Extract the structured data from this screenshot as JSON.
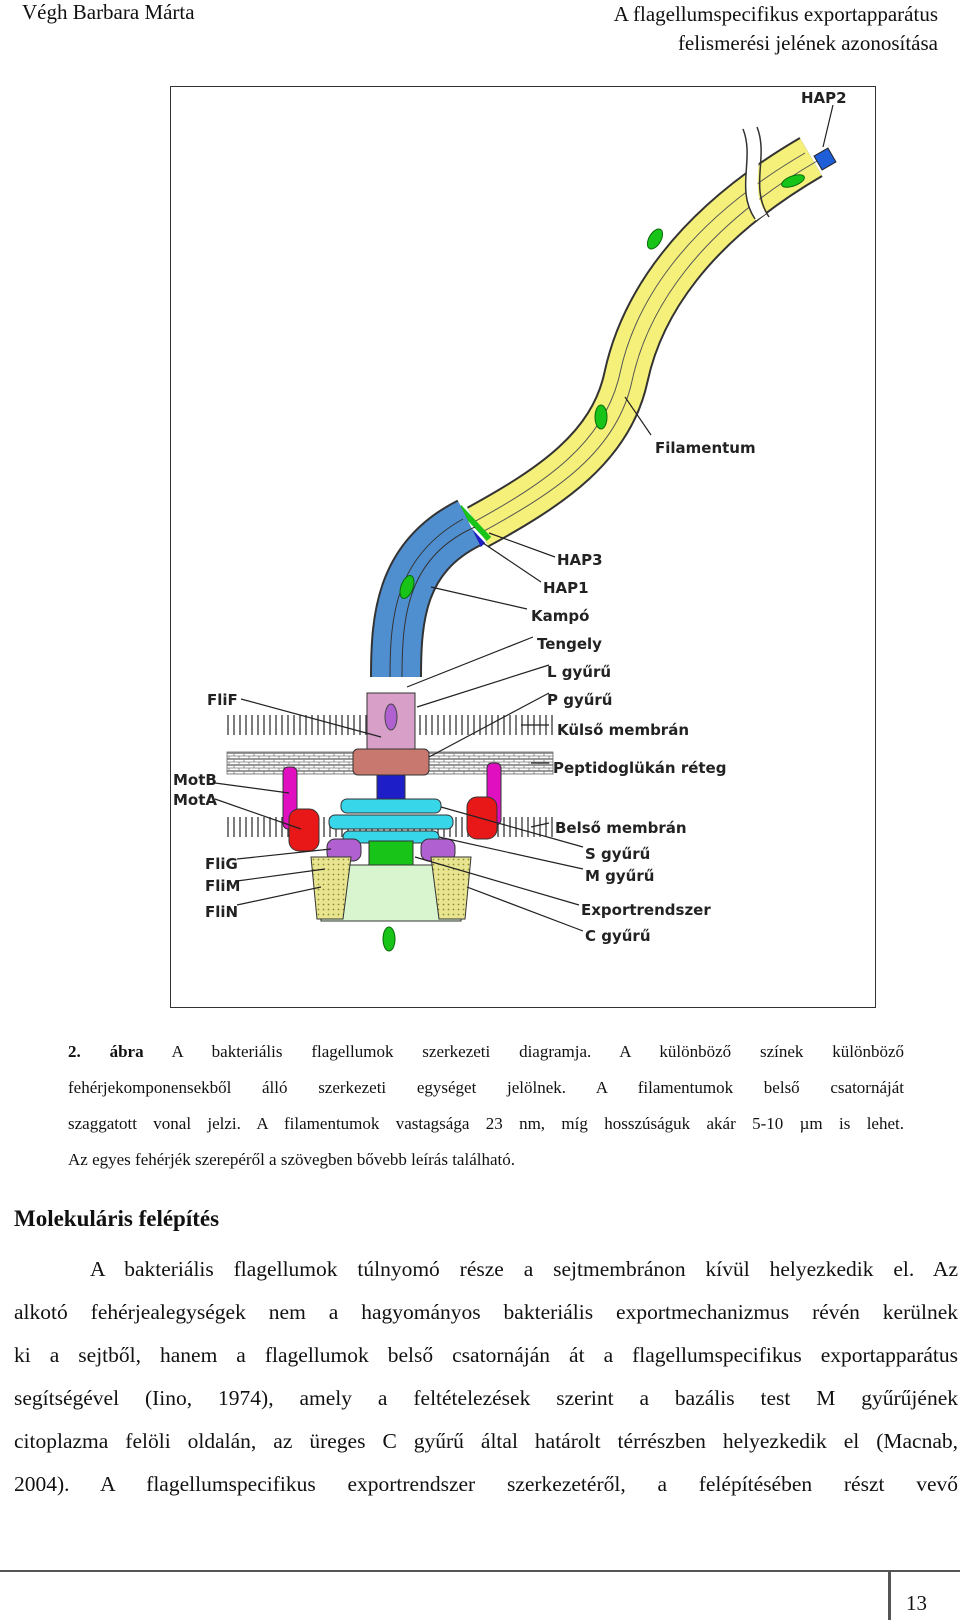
{
  "header": {
    "author": "Végh Barbara Márta",
    "title_line1": "A flagellumspecifikus exportapparátus",
    "title_line2": "felismerési jelének azonosítása"
  },
  "figure": {
    "labels": {
      "hap2": "HAP2",
      "filamentum": "Filamentum",
      "hap3": "HAP3",
      "hap1": "HAP1",
      "kampo": "Kampó",
      "tengely": "Tengely",
      "l_gyuru": "L gyűrű",
      "p_gyuru": "P gyűrű",
      "kulso_membran": "Külső membrán",
      "peptidoglukan": "Peptidoglükán réteg",
      "belso_membran": "Belső membrán",
      "s_gyuru": "S gyűrű",
      "m_gyuru": "M gyűrű",
      "exportrendszer": "Exportrendszer",
      "c_gyuru": "C gyűrű",
      "flif": "FliF",
      "motb": "MotB",
      "mota": "MotA",
      "flig": "FliG",
      "flim": "FliM",
      "flin": "FliN"
    },
    "colors": {
      "filament": "#f5f07a",
      "hook": "#4f8fd0",
      "secretion_green": "#19c419",
      "magenta": "#e010c0",
      "red": "#e81818",
      "cyan": "#37d6e8",
      "pink": "#d8a0c8",
      "brown": "#c8786e",
      "navy": "#1e1ec8",
      "purple": "#b060d0",
      "pale_green": "#d8f5d0",
      "c_ring": "#e8e480"
    }
  },
  "caption": {
    "fig_label": "2. ábra",
    "line1": "A bakteriális flagellumok szerkezeti diagramja. A különböző színek különböző",
    "line2": "fehérjekomponensekből álló szerkezeti egységet jelölnek. A filamentumok belső csatornáját",
    "line3": "szaggatott vonal jelzi. A filamentumok vastagsága 23 nm, míg hosszúságuk akár 5-10 µm is lehet.",
    "line4": "Az egyes fehérjék szerepéről a szövegben bővebb leírás található."
  },
  "section": {
    "title": "Molekuláris felépítés",
    "lines": [
      "A bakteriális flagellumok túlnyomó része a sejtmembránon kívül helyezkedik el. Az",
      "alkotó fehérjealegységek nem a hagyományos bakteriális exportmechanizmus révén kerülnek",
      "ki a sejtből, hanem a flagellumok belső csatornáján át a flagellumspecifikus exportapparátus",
      "segítségével (Iino, 1974), amely a feltételezések szerint a bazális test M gyűrűjének",
      "citoplazma felöli oldalán, az üreges C gyűrű által határolt térrészben helyezkedik el (Macnab,",
      "2004). A flagellumspecifikus exportrendszer szerkezetéről, a felépítésében részt vevő"
    ]
  },
  "footer": {
    "page_number": "13"
  }
}
